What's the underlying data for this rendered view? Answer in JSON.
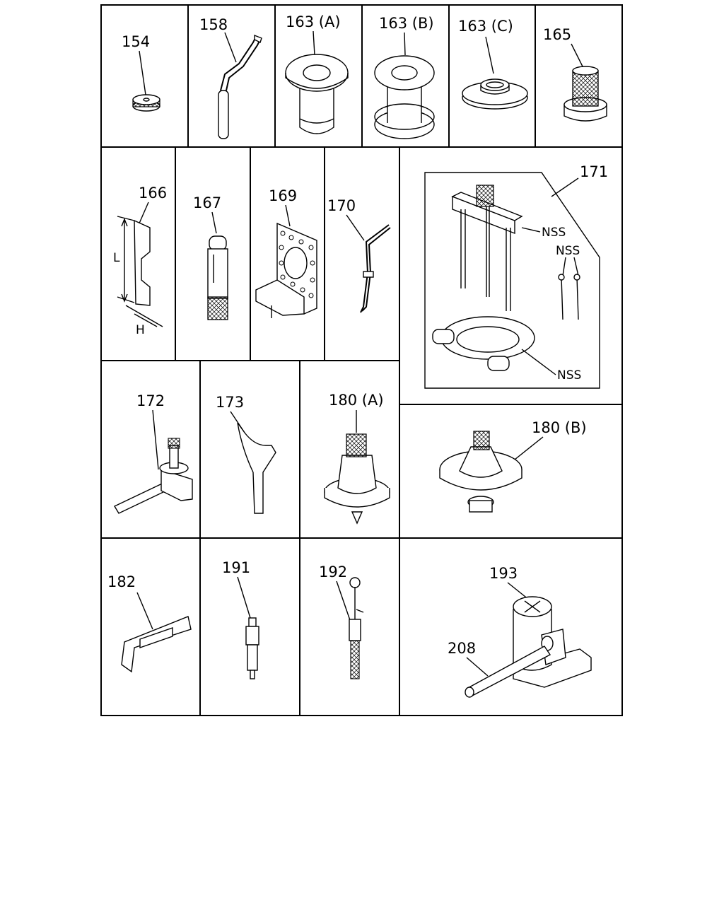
{
  "parts": {
    "p154": "154",
    "p158": "158",
    "p163a": "163 (A)",
    "p163b": "163 (B)",
    "p163c": "163 (C)",
    "p165": "165",
    "p166": "166",
    "p166_L": "L",
    "p166_H": "H",
    "p167": "167",
    "p169": "169",
    "p170": "170",
    "p171": "171",
    "nss1": "NSS",
    "nss2": "NSS",
    "nss3": "NSS",
    "p172": "172",
    "p173": "173",
    "p180a": "180 (A)",
    "p180b": "180 (B)",
    "p182": "182",
    "p191": "191",
    "p192": "192",
    "p193": "193",
    "p208": "208"
  },
  "colors": {
    "ink": "#000000",
    "paper": "#ffffff"
  }
}
